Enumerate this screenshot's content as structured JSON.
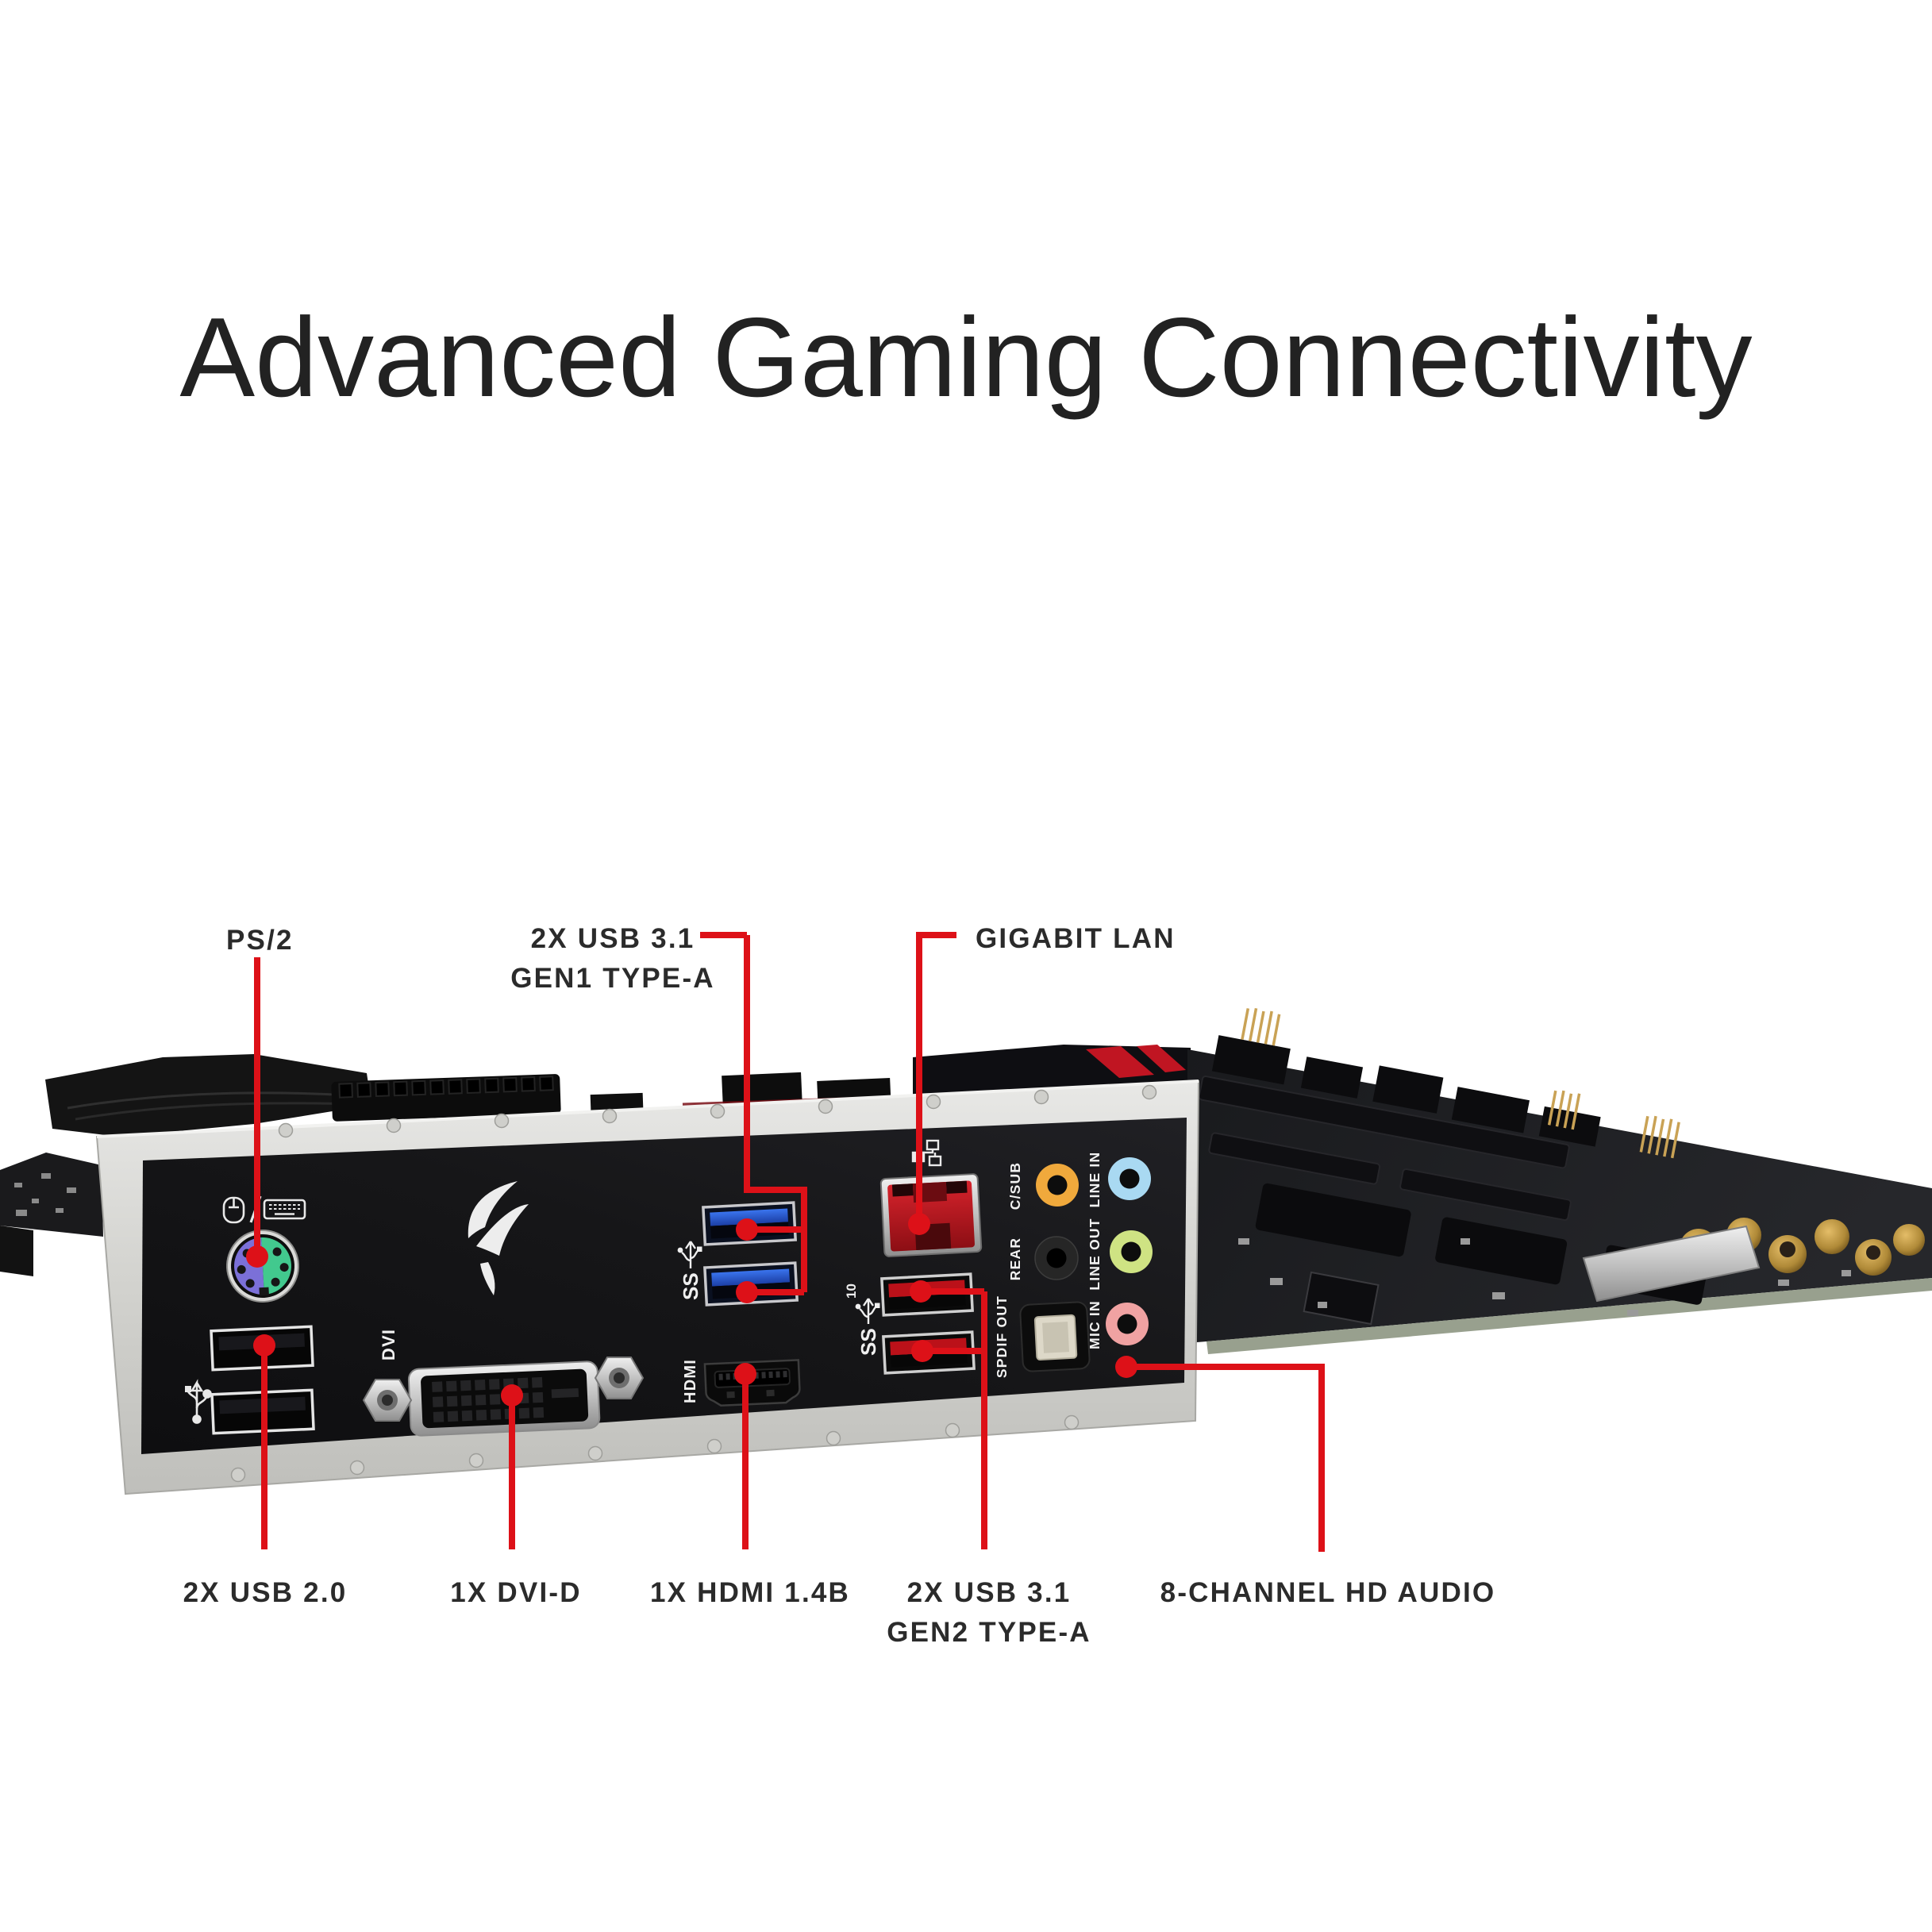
{
  "title": "Advanced Gaming Connectivity",
  "callouts": {
    "ps2": "PS/2",
    "usb31_gen1_line1": "2X USB 3.1",
    "usb31_gen1_line2": "GEN1 TYPE-A",
    "gigabit_lan": "GIGABIT LAN",
    "usb20": "2X USB 2.0",
    "dvi": "1X DVI-D",
    "hdmi": "1X HDMI 1.4B",
    "usb31_gen2_line1": "2X USB 3.1",
    "usb31_gen2_line2": "GEN2 TYPE-A",
    "audio": "8-CHANNEL HD AUDIO"
  },
  "io_panel": {
    "labels": {
      "dvi": "DVI",
      "hdmi": "HDMI",
      "csub": "C/SUB",
      "line_in": "LINE IN",
      "rear": "REAR",
      "line_out": "LINE OUT",
      "spdif_out": "SPDIF OUT",
      "mic_in": "MIC IN",
      "usb3_gen1_badge": "SS",
      "usb3_gen2_badge": "SS",
      "usb3_gen2_speed": "10"
    }
  },
  "colors": {
    "callout_red": "#dd1118",
    "ps2_purple": "#7b70d8",
    "ps2_green": "#42c98e",
    "usb3_blue": "#2b62e0",
    "lan_red": "#c81620",
    "usb_gen2_red": "#bb1119",
    "audio_csub_orange": "#f0a93c",
    "audio_line_in_blue": "#a9d9f2",
    "audio_rear_black": "#262626",
    "audio_line_out_lime": "#cfe383",
    "audio_mic_pink": "#f0a2a2",
    "spdif_insert": "#ddd8c8",
    "panel_black": "#121214",
    "shield_silver": "#d6d6d2"
  }
}
